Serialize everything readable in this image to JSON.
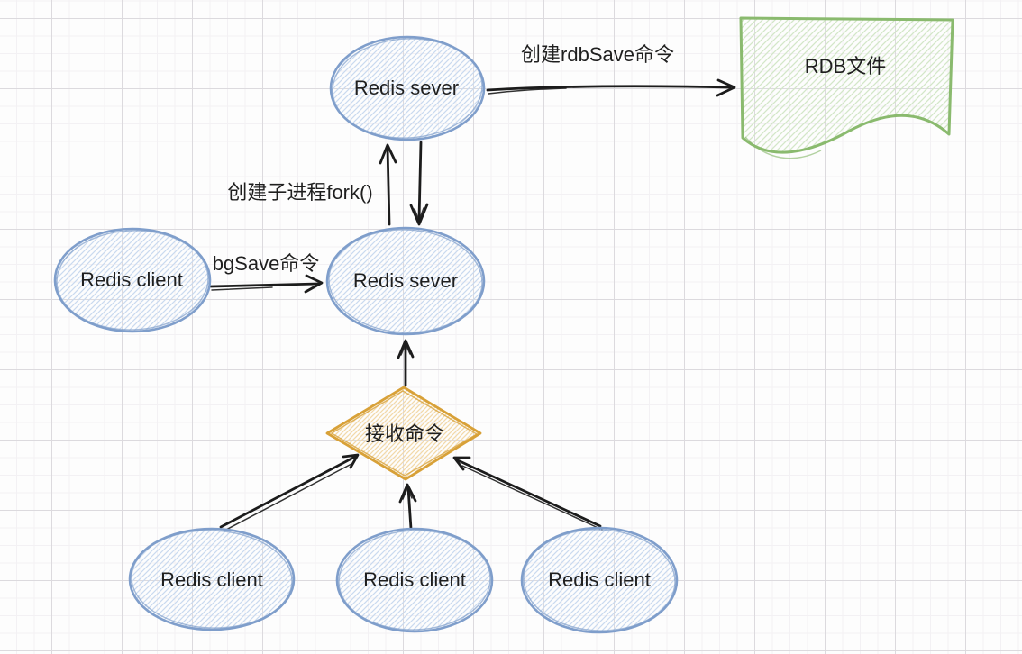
{
  "nodes": {
    "server_top": {
      "label": "Redis sever",
      "shape": "ellipse",
      "color": "blue"
    },
    "rdb_file": {
      "label": "RDB文件",
      "shape": "document",
      "color": "green"
    },
    "server_mid": {
      "label": "Redis sever",
      "shape": "ellipse",
      "color": "blue"
    },
    "client_left": {
      "label": "Redis client",
      "shape": "ellipse",
      "color": "blue"
    },
    "decision": {
      "label": "接收命令",
      "shape": "diamond",
      "color": "gold"
    },
    "client_bottom_left": {
      "label": "Redis client",
      "shape": "ellipse",
      "color": "blue"
    },
    "client_bottom_mid": {
      "label": "Redis client",
      "shape": "ellipse",
      "color": "blue"
    },
    "client_bottom_right": {
      "label": "Redis client",
      "shape": "ellipse",
      "color": "blue"
    }
  },
  "edges": [
    {
      "id": "create-rdbsave",
      "from": "server_top",
      "to": "rdb_file",
      "label": "创建rdbSave命令"
    },
    {
      "id": "fork-up",
      "from": "server_mid",
      "to": "server_top",
      "label": "创建子进程fork()"
    },
    {
      "id": "fork-down",
      "from": "server_top",
      "to": "server_mid",
      "label": ""
    },
    {
      "id": "bgsave",
      "from": "client_left",
      "to": "server_mid",
      "label": "bgSave命令"
    },
    {
      "id": "dispatch",
      "from": "decision",
      "to": "server_mid",
      "label": ""
    },
    {
      "id": "recv-left",
      "from": "client_bottom_left",
      "to": "decision",
      "label": ""
    },
    {
      "id": "recv-mid",
      "from": "client_bottom_mid",
      "to": "decision",
      "label": ""
    },
    {
      "id": "recv-right",
      "from": "client_bottom_right",
      "to": "decision",
      "label": ""
    }
  ],
  "colors": {
    "ellipse_stroke": "#7f9ecb",
    "ellipse_hatch": "#c9d9ef",
    "document_stroke": "#8aba6e",
    "document_hatch": "#d3e7c8",
    "diamond_stroke": "#d8a138",
    "diamond_hatch": "#f2d9a9",
    "arrow": "#1c1c1c",
    "text": "#1f1f1f",
    "grid_minor": "#f3f1f4",
    "grid_major": "#dcdade",
    "background": "#fdfdfd"
  }
}
